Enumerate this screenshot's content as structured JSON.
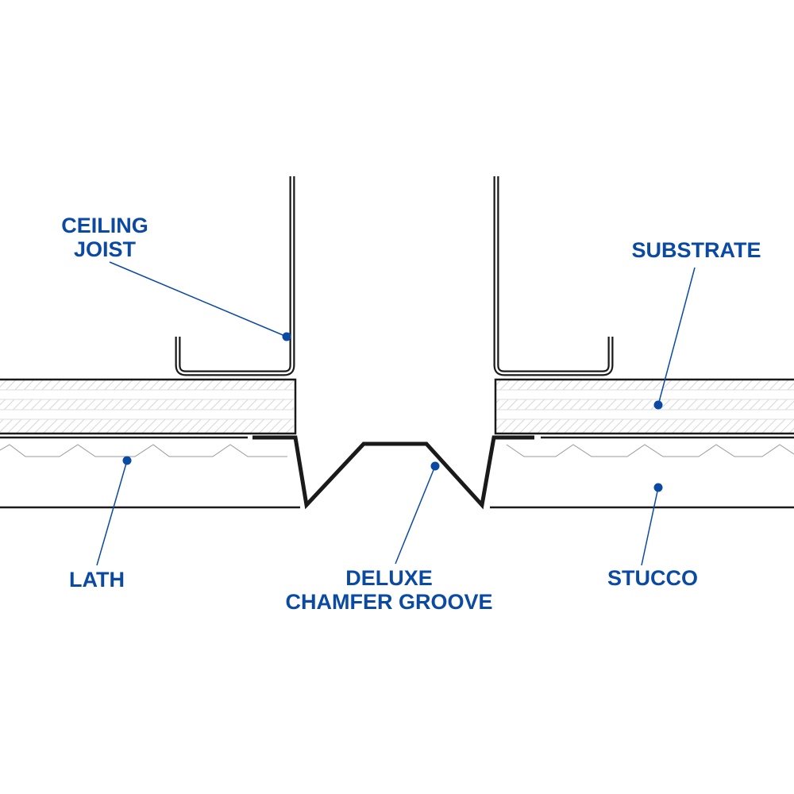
{
  "colors": {
    "label": "#0b4aa2",
    "line": "#1a1a1a",
    "hatch": "#cfcfcf"
  },
  "labels": {
    "ceiling_joist": [
      "CEILING",
      "JOIST"
    ],
    "substrate": "SUBSTRATE",
    "lath": "LATH",
    "chamfer_groove": [
      "DELUXE",
      "CHAMFER GROOVE"
    ],
    "stucco": "STUCCO"
  }
}
